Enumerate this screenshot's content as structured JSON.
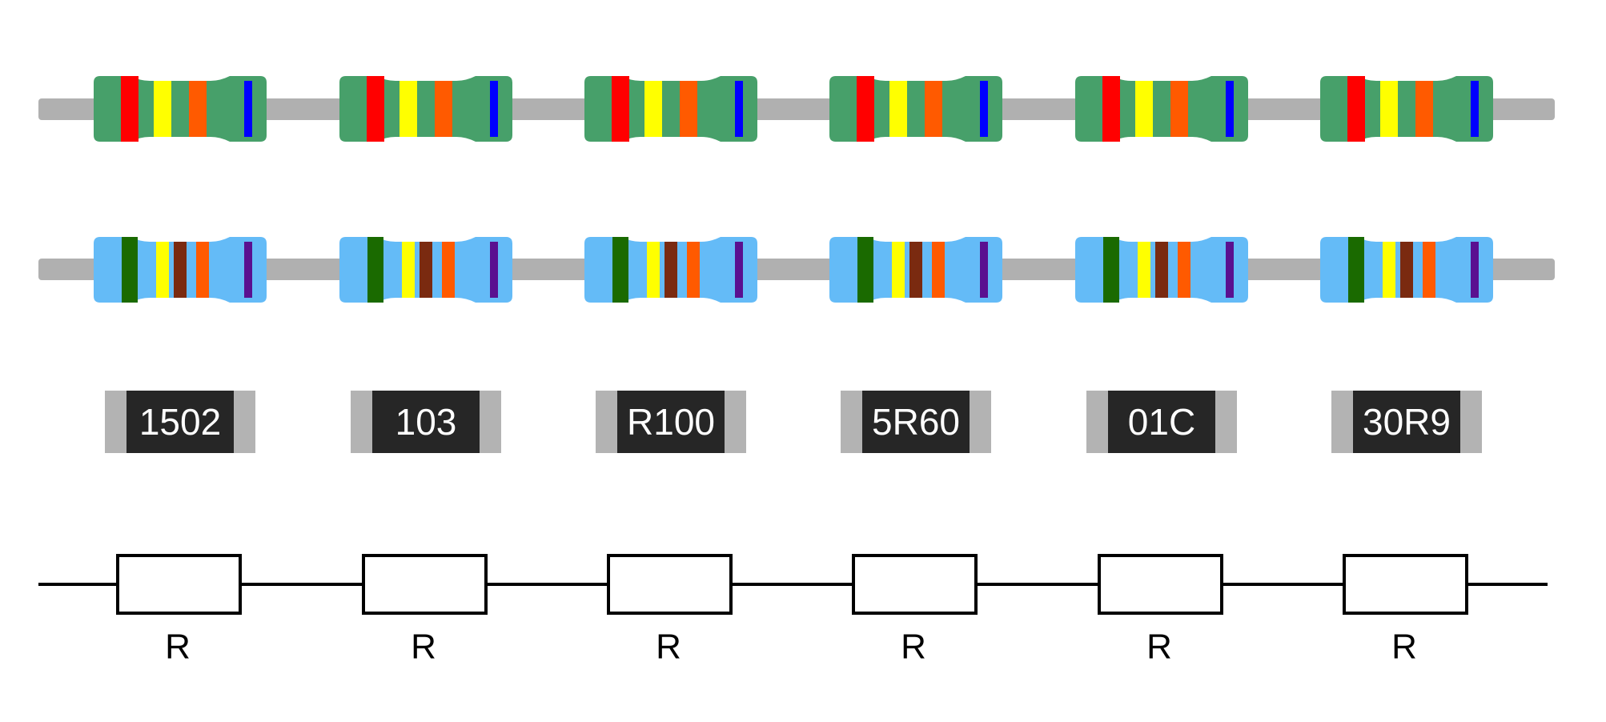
{
  "colors": {
    "lead": "#b0b0b0",
    "wire": "#000000",
    "smd_body": "#262626",
    "smd_terminal": "#b3b3b3",
    "smd_text": "#ffffff",
    "symbol_stroke": "#000000",
    "symbol_fill": "#ffffff"
  },
  "through_hole_4band": {
    "body_color": "#47a06a",
    "bands": [
      "#ff0000",
      "#ffff00",
      "#ff5a00",
      "#0000ff"
    ],
    "count": 6
  },
  "through_hole_5band": {
    "body_color": "#64bbf7",
    "bands": [
      "#1a6a00",
      "#ffff00",
      "#7a2a10",
      "#ff5a00",
      "#5a1090"
    ],
    "count": 6
  },
  "smd_resistors": [
    {
      "code": "1502"
    },
    {
      "code": "103"
    },
    {
      "code": "R100"
    },
    {
      "code": "5R60"
    },
    {
      "code": "01C"
    },
    {
      "code": "30R9"
    }
  ],
  "schematic_symbols": [
    {
      "label": "R"
    },
    {
      "label": "R"
    },
    {
      "label": "R"
    },
    {
      "label": "R"
    },
    {
      "label": "R"
    },
    {
      "label": "R"
    }
  ]
}
